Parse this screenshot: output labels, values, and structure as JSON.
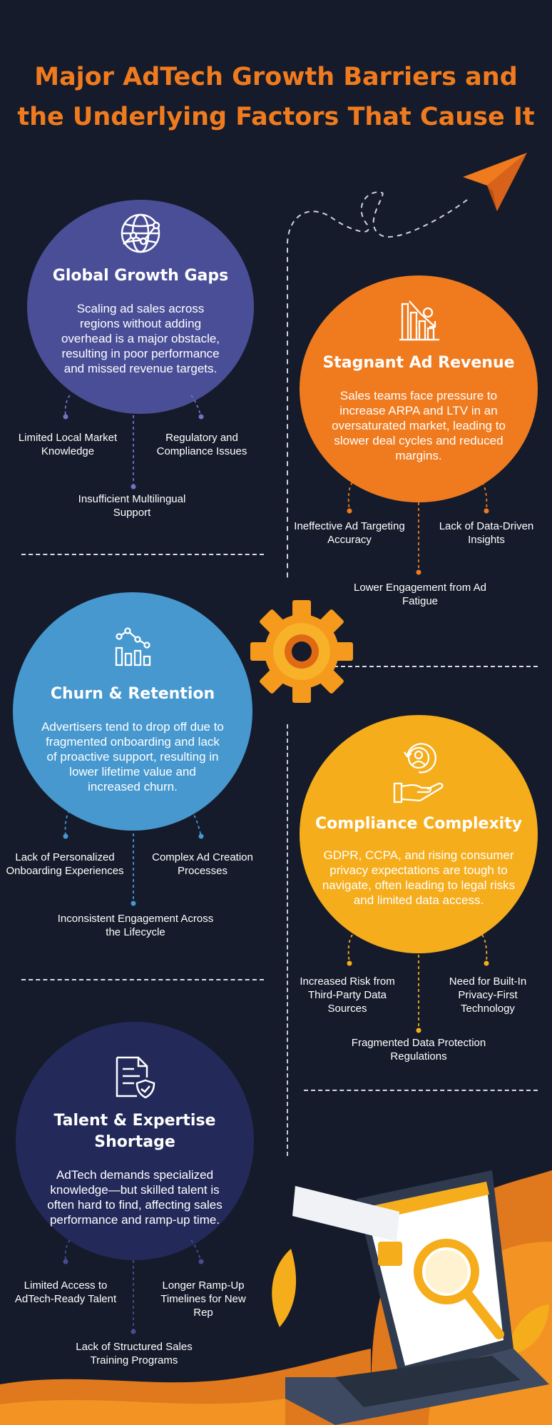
{
  "title_line1": "Major AdTech Growth Barriers and",
  "title_line2": "the Underlying Factors That Cause It",
  "colors": {
    "orange": "#f07b1f",
    "navy": "#151b2a",
    "purple": "#4a4e97",
    "blue": "#4798cf",
    "amber": "#f5ad1c",
    "deep_navy": "#232a5a"
  },
  "sections": [
    {
      "title": "Global Growth Gaps",
      "icon": "globe-network-icon",
      "body": "Scaling ad sales across regions without adding overhead is a major obstacle, resulting in poor performance and missed revenue targets.",
      "factors": [
        "Limited Local Market Knowledge",
        "Regulatory and Compliance Issues",
        "Insufficient Multilingual Support"
      ]
    },
    {
      "title": "Stagnant Ad Revenue",
      "icon": "declining-chart-icon",
      "body": "Sales teams face pressure to increase ARPA and LTV in an oversaturated market, leading to slower deal cycles and reduced margins.",
      "factors": [
        "Ineffective Ad Targeting Accuracy",
        "Lack of Data-Driven Insights",
        "Lower Engagement from Ad Fatigue"
      ]
    },
    {
      "title": "Churn & Retention",
      "icon": "line-bar-chart-icon",
      "body": "Advertisers tend to drop off due to fragmented onboarding and lack of proactive support, resulting in lower lifetime value and increased churn.",
      "factors": [
        "Lack of Personalized Onboarding Experiences",
        "Complex Ad Creation Processes",
        "Inconsistent Engagement Across the Lifecycle"
      ]
    },
    {
      "title": "Compliance Complexity",
      "icon": "user-hand-icon",
      "body": "GDPR, CCPA, and rising consumer privacy expectations are tough to navigate, often leading to legal risks and limited data access.",
      "factors": [
        "Increased Risk from Third-Party Data Sources",
        "Need for Built-In Privacy-First Technology",
        "Fragmented Data Protection Regulations"
      ]
    },
    {
      "title": "Talent & Expertise Shortage",
      "icon": "document-check-icon",
      "body": "AdTech demands specialized knowledge—but skilled talent is often hard to find, affecting sales performance and ramp-up time.",
      "factors": [
        "Limited Access to AdTech-Ready Talent",
        "Longer Ramp-Up Timelines for New Rep",
        "Lack of Structured Sales Training Programs"
      ]
    }
  ]
}
